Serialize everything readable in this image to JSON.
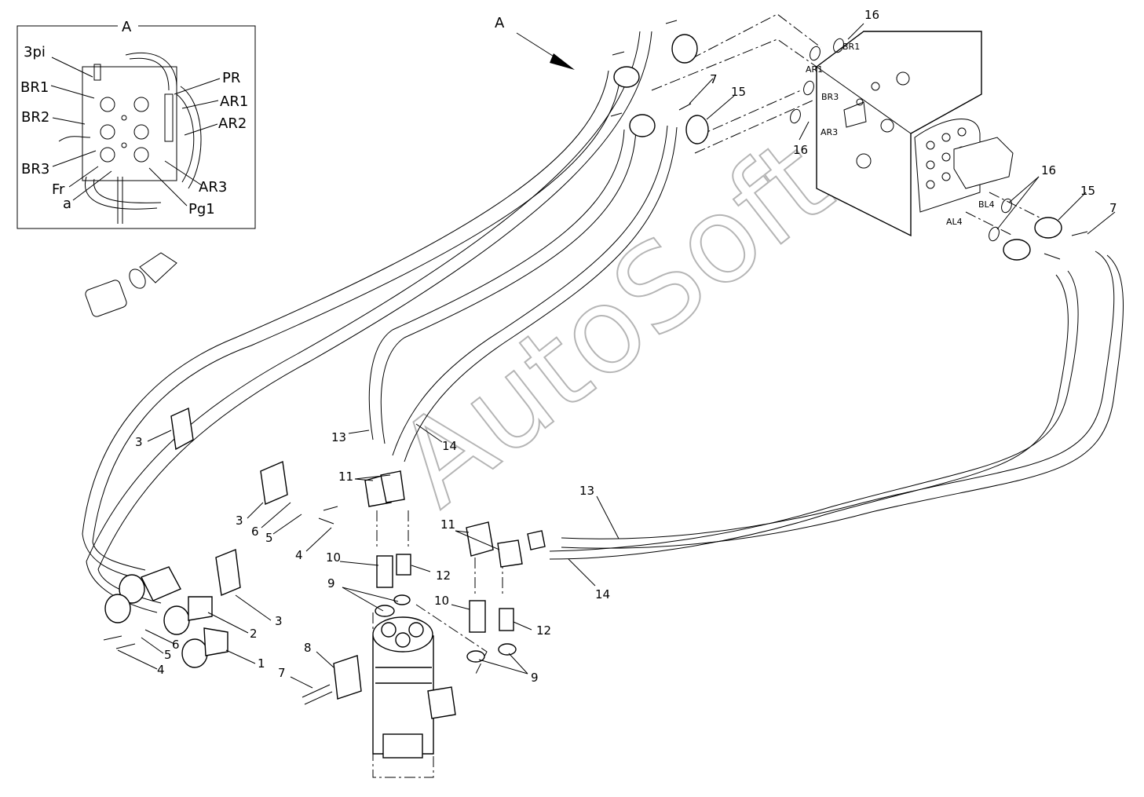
{
  "watermark": "AutoSoft",
  "inset": {
    "title": "A",
    "labels": [
      "3pi",
      "BR1",
      "BR2",
      "BR3",
      "Fr",
      "a",
      "PR",
      "AR1",
      "AR2",
      "AR3",
      "Pg1"
    ]
  },
  "view_arrow_label": "A",
  "port_labels": [
    "BR1",
    "AR1",
    "BR3",
    "AR3",
    "BL4",
    "AL4"
  ],
  "callouts": {
    "n1": "1",
    "n2": "2",
    "n3a": "3",
    "n3b": "3",
    "n3c": "3",
    "n4a": "4",
    "n4b": "4",
    "n5a": "5",
    "n5b": "5",
    "n6a": "6",
    "n6b": "6",
    "n7a": "7",
    "n7b": "7",
    "n7c": "7",
    "n8": "8",
    "n9a": "9",
    "n9b": "9",
    "n10a": "10",
    "n10b": "10",
    "n11a": "11",
    "n11b": "11",
    "n12a": "12",
    "n12b": "12",
    "n13a": "13",
    "n13b": "13",
    "n14a": "14",
    "n14b": "14",
    "n15a": "15",
    "n15b": "15",
    "n16a": "16",
    "n16b": "16",
    "n16c": "16"
  }
}
